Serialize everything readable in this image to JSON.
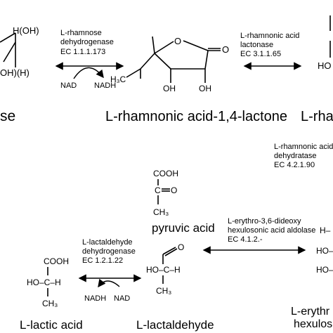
{
  "compounds": {
    "rhamnose_partial": {
      "name": "se",
      "oh_top": "H(OH)",
      "oh_bottom": "OH)(H)"
    },
    "lactone": {
      "name": "L-rhamnonic acid-1,4-lactone",
      "o_ring": "O",
      "o_carbonyl": "O",
      "oh_left": "OH",
      "oh_right": "OH",
      "methyl": "H₃C"
    },
    "rhamnonic_partial": {
      "name": "L-rham",
      "oh": "HO"
    },
    "pyruvic": {
      "name": "pyruvic acid",
      "cooh": "COOH",
      "c": "C",
      "o": "O",
      "ch3": "CH₃"
    },
    "lactaldehyde": {
      "name": "L-lactaldehyde",
      "o": "O",
      "hoch": "HO–C–H",
      "ch3": "CH₃"
    },
    "lactic": {
      "name": "L-lactic acid",
      "cooh": "COOH",
      "hoch": "HO–C–H",
      "ch3": "CH₃"
    },
    "hexulosonic_partial": {
      "name_line1": "L-erythr",
      "name_line2": "hexulos",
      "h": "H–",
      "ho1": "HO–",
      "ho2": "HO–"
    }
  },
  "enzymes": {
    "dehydrogenase": {
      "line1": "L-rhamnose",
      "line2": "dehydrogenase",
      "line3": "EC 1.1.1.173"
    },
    "lactonase": {
      "line1": "L-rhamnonic acid",
      "line2": "lactonase",
      "line3": "EC 3.1.1.65"
    },
    "dehydratase": {
      "line1": "L-rhamnonic acid",
      "line2": "dehydratase",
      "line3": "EC 4.2.1.90"
    },
    "aldolase": {
      "line1": "L-erythro-3,6-dideoxy",
      "line2": "hexulosonic acid aldolase",
      "line3": "EC 4.1.2.-"
    },
    "lactaldehyde_dh": {
      "line1": "L-lactaldehyde",
      "line2": "dehydrogenase",
      "line3": "EC 1.2.1.22"
    }
  },
  "cofactors": {
    "top_nad": "NAD",
    "top_nadh": "NADH",
    "bottom_nadh": "NADH",
    "bottom_nad": "NAD"
  }
}
